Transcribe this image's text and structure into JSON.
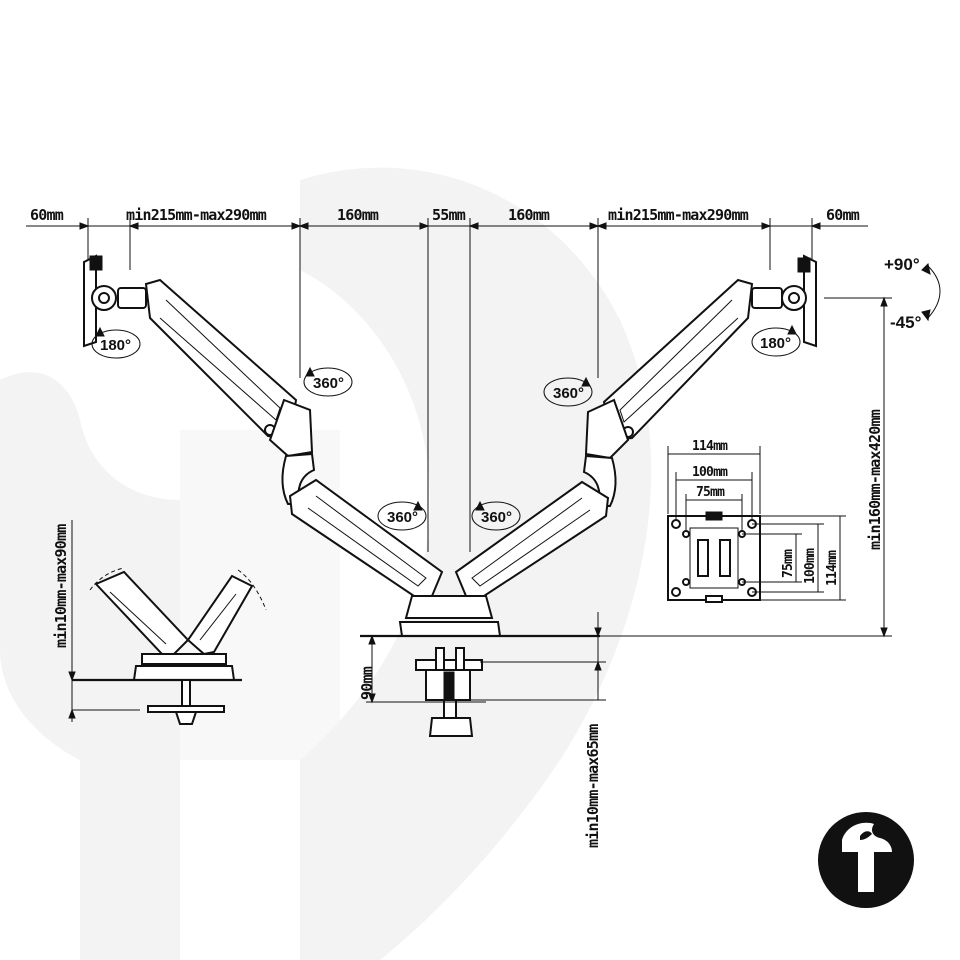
{
  "top_dimensions": {
    "left_offset": "60mm",
    "left_arm_reach": "min215mm-max290mm",
    "left_inner": "160mm",
    "center": "55mm",
    "right_inner": "160mm",
    "right_arm_reach": "min215mm-max290mm",
    "right_offset": "60mm"
  },
  "rotations": {
    "left_head": "180°",
    "right_head": "180°",
    "left_upper_joint": "360°",
    "right_upper_joint": "360°",
    "left_lower_joint": "360°",
    "right_lower_joint": "360°"
  },
  "tilt": {
    "up": "+90°",
    "down": "-45°"
  },
  "height_range": "min160mm-max420mm",
  "vesa": {
    "width_outer": "114mm",
    "width_mid": "100mm",
    "width_inner": "75mm",
    "height_inner": "75mm",
    "height_mid": "100mm",
    "height_outer": "114mm"
  },
  "clamp": {
    "base_height": "90mm",
    "desk_thickness": "min10mm-max65mm",
    "grommet_thickness": "min10mm-max90mm"
  },
  "colors": {
    "line": "#111111",
    "watermark": "#f2f2f2",
    "background": "#ffffff"
  },
  "logo": {
    "icon": "brand-logo-icon"
  }
}
